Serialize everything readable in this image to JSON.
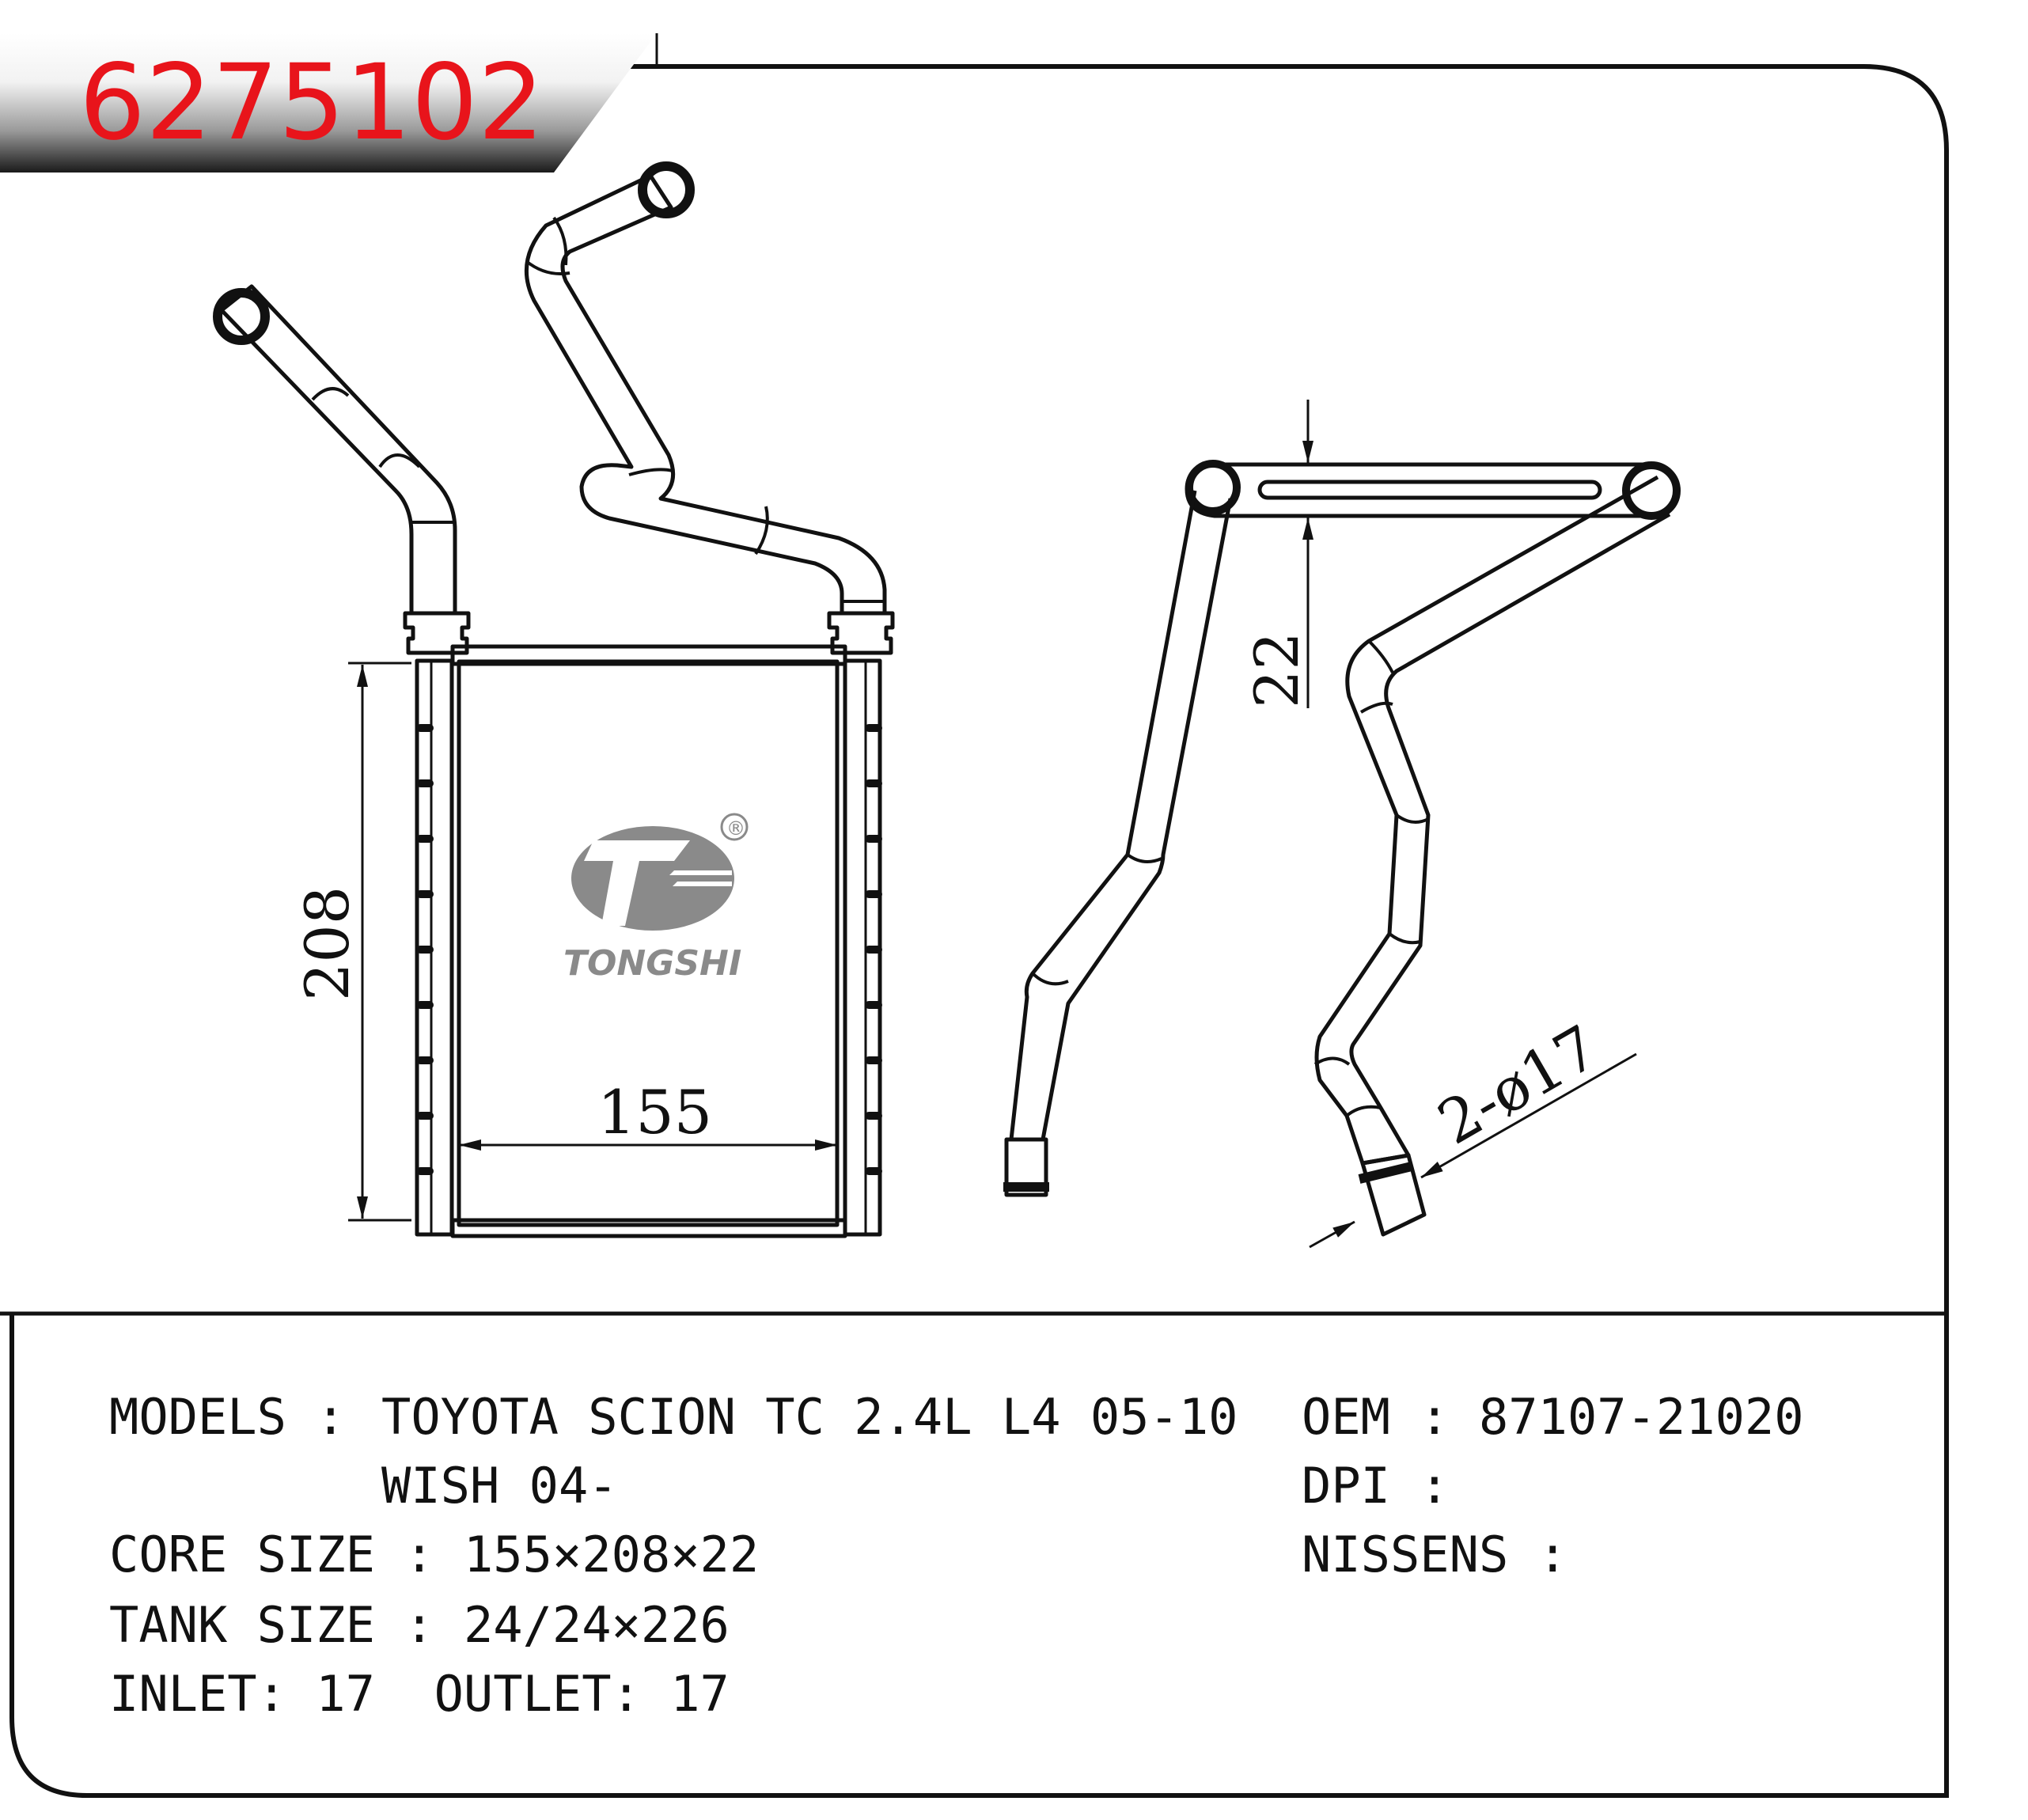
{
  "part_number": "6275102",
  "brand": {
    "name": "TONGSHI",
    "registered_mark": "®"
  },
  "dimensions": {
    "height": "208",
    "width": "155",
    "thickness": "22",
    "pipe": "2-ø17"
  },
  "specs": {
    "models_label": "MODELS",
    "models_value_line1": "TOYOTA SCION TC 2.4L L4 05-10",
    "models_value_line2": "WISH 04-",
    "core_size_label": "CORE SIZE",
    "core_size_value": "155×208×22",
    "tank_size_label": "TANK SIZE",
    "tank_size_value": "24/24×226",
    "inlet_label": "INLET",
    "inlet_value": "17",
    "outlet_label": "OUTLET",
    "outlet_value": "17",
    "oem_label": "OEM",
    "oem_value": "87107-21020",
    "dpi_label": "DPI",
    "dpi_value": "",
    "nissens_label": "NISSENS",
    "nissens_value": ""
  },
  "colors": {
    "part_number": "#e8141b",
    "line": "#111111",
    "logo": "#8a8a8a",
    "banner_dark": "#1a1a1a"
  }
}
